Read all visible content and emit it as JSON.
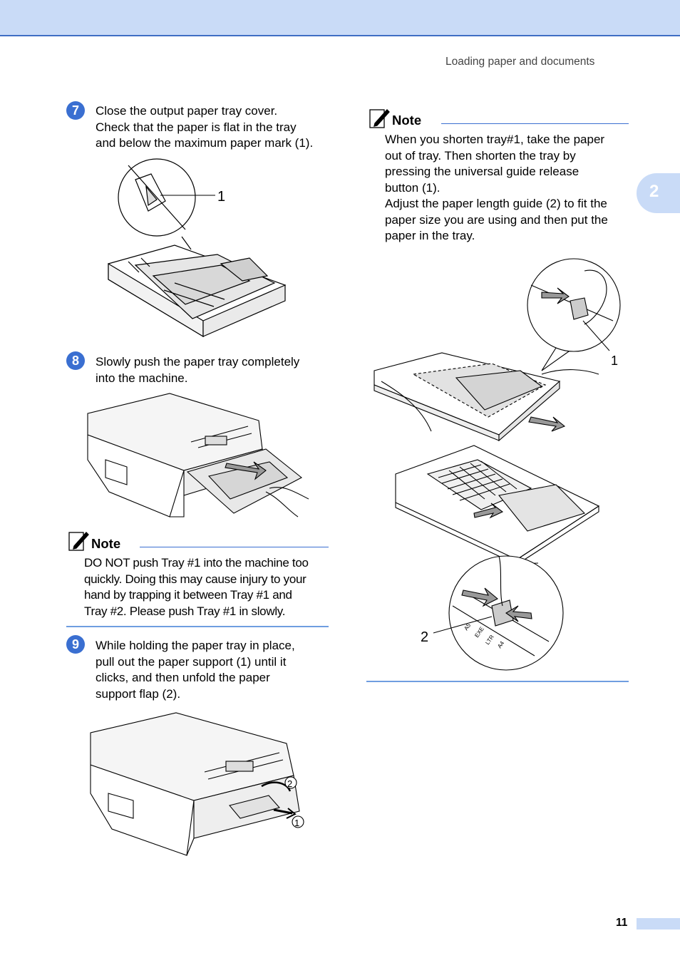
{
  "header": {
    "running_title": "Loading paper and documents"
  },
  "chapter_tab": {
    "number": "2"
  },
  "steps": [
    {
      "number": "7",
      "lines": [
        "Close the output paper tray cover.",
        "Check that the paper is flat in the tray",
        "and below the maximum paper mark (1)."
      ]
    },
    {
      "number": "8",
      "lines": [
        "Slowly push the paper tray completely",
        "into the machine."
      ]
    },
    {
      "number": "9",
      "lines": [
        "While holding the paper tray in place,",
        "pull out the paper support (1) until it",
        "clicks, and then unfold the paper",
        "support flap (2)."
      ]
    }
  ],
  "notes": [
    {
      "title": "Note",
      "lines": [
        "DO NOT push Tray #1 into the machine too",
        "quickly. Doing this may cause injury to your",
        "hand by trapping it between Tray #1 and",
        "Tray #2. Please push Tray #1 in slowly."
      ]
    },
    {
      "title": "Note",
      "lines": [
        "When you shorten tray#1, take the paper",
        "out of tray. Then shorten the tray by",
        "pressing the universal guide release",
        "button (1).",
        "Adjust the paper length guide (2) to fit the",
        "paper size you are using and then put the",
        "paper in the tray."
      ]
    }
  ],
  "figure_callouts": {
    "fig1": [
      "1"
    ],
    "fig3": [
      "2",
      "1"
    ],
    "fig4": [
      "1",
      "2"
    ],
    "fig4_guide_marks": [
      "A5",
      "EXE",
      "LTR",
      "A4"
    ]
  },
  "footer": {
    "page_number": "11"
  },
  "colors": {
    "accent": "#3a6fd1",
    "tab": "#c9dbf7"
  }
}
